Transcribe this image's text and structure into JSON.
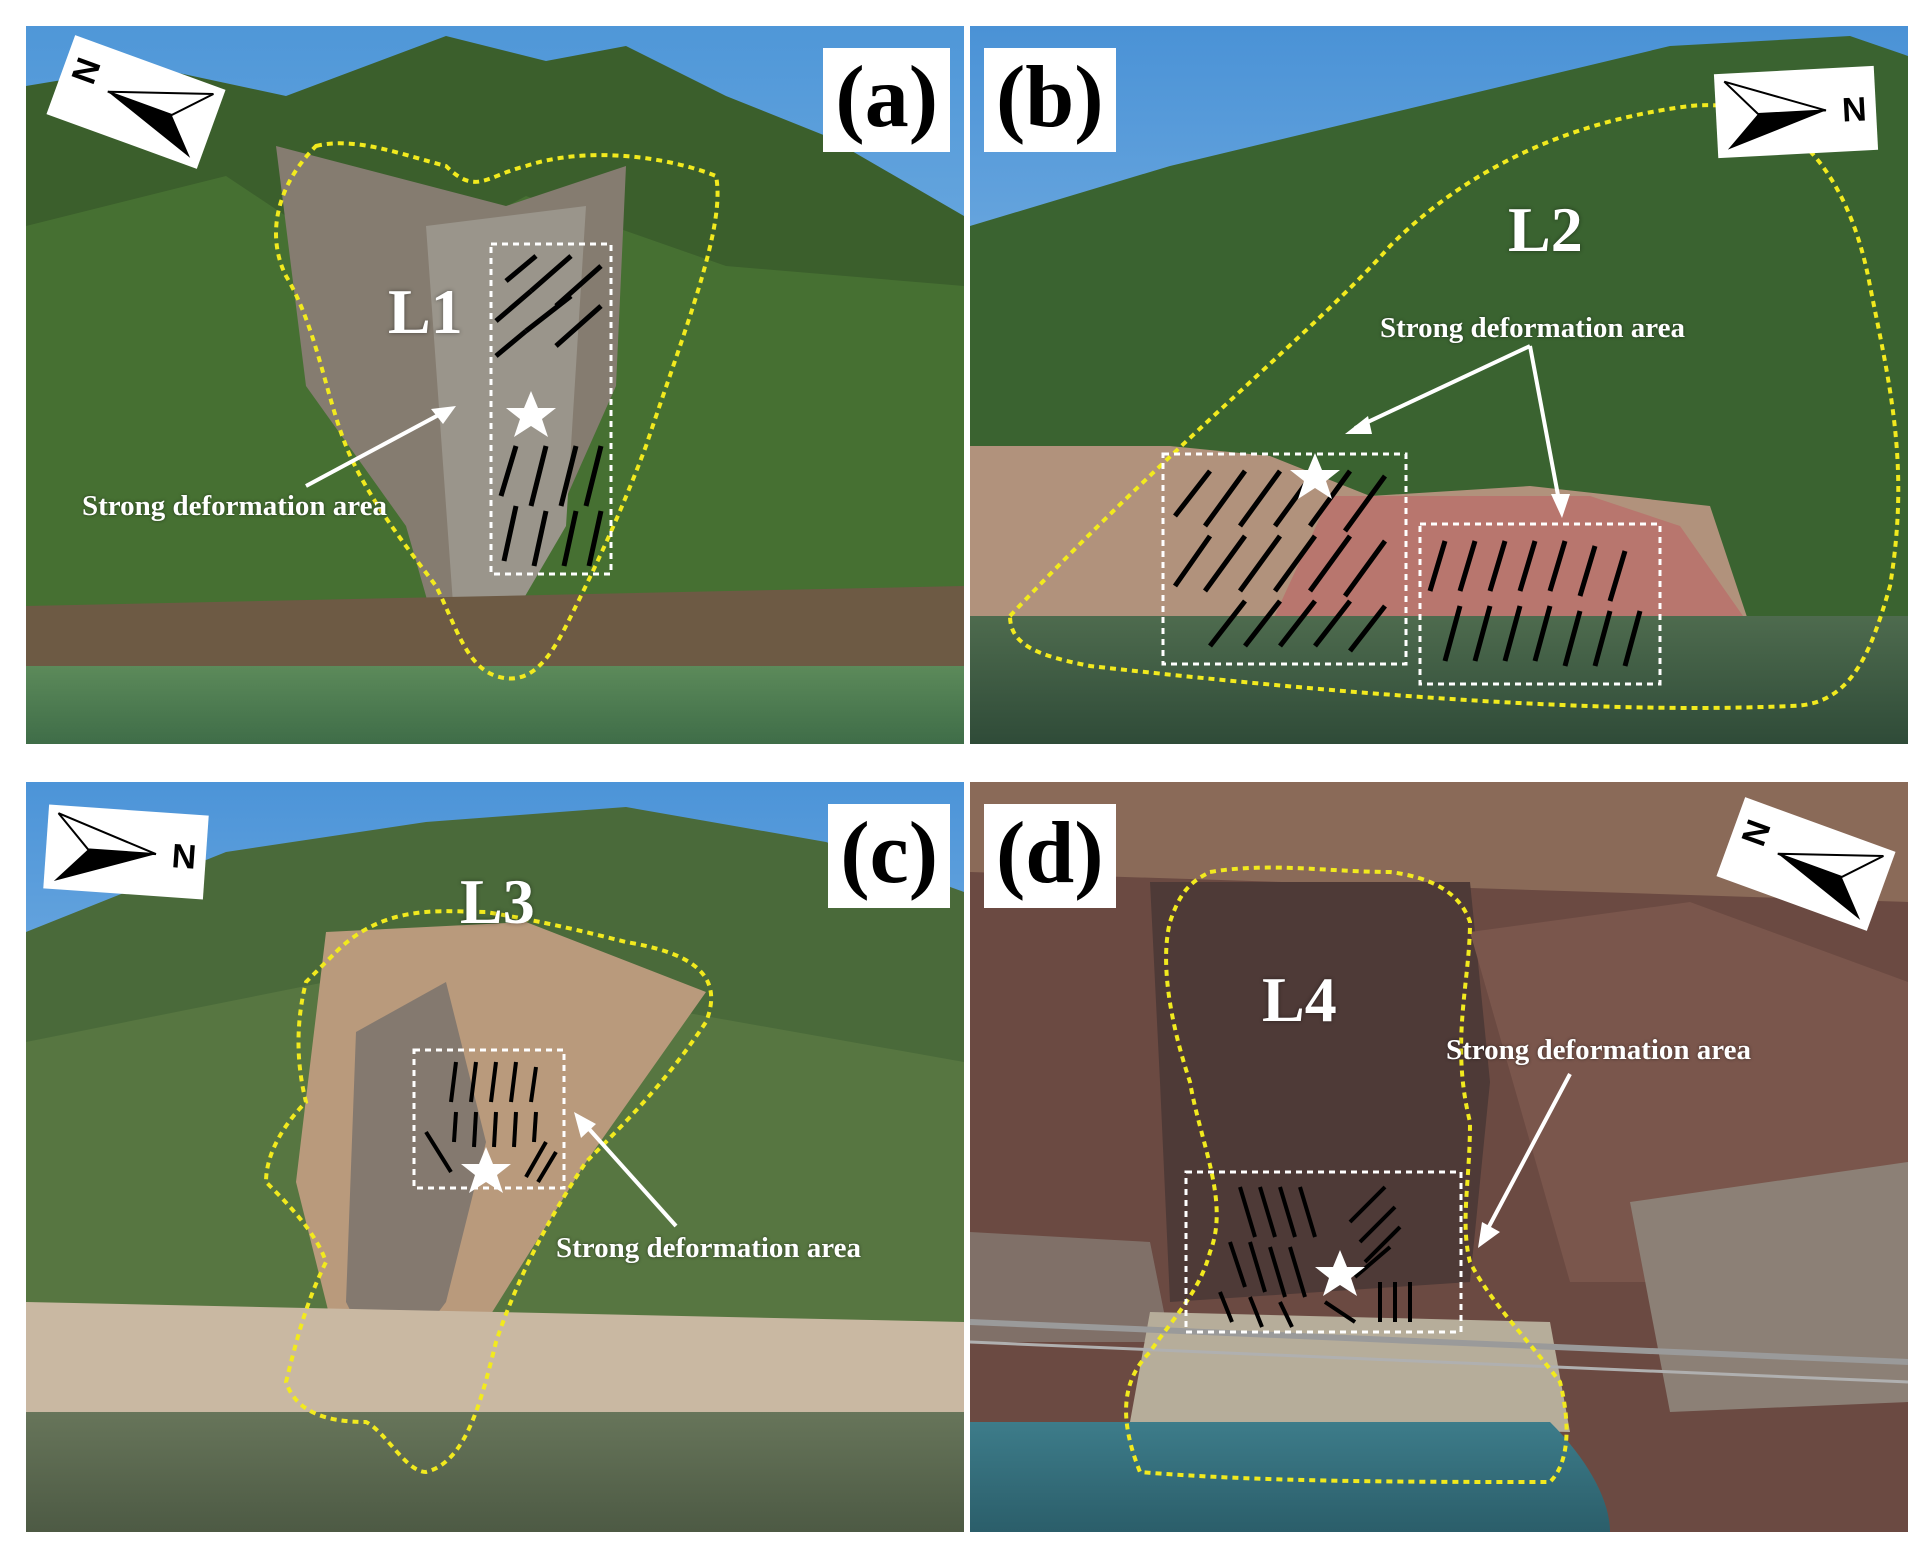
{
  "panels": [
    {
      "id": "a",
      "label": "(a)",
      "landslide": "L1",
      "annotation": "Strong deformation area",
      "north_letter": "N"
    },
    {
      "id": "b",
      "label": "(b)",
      "landslide": "L2",
      "annotation": "Strong deformation area",
      "north_letter": "N"
    },
    {
      "id": "c",
      "label": "(c)",
      "landslide": "L3",
      "annotation": "Strong deformation area",
      "north_letter": "N"
    },
    {
      "id": "d",
      "label": "(d)",
      "landslide": "L4",
      "annotation": "Strong deformation area",
      "north_letter": "N"
    }
  ],
  "colors": {
    "boundary": "#f2ea1e",
    "box": "#ffffff",
    "arrow": "#000000",
    "water_green": "#4e7a55",
    "water_blue": "#3f7d8a",
    "vegetation": "#3d6a2e",
    "slope_grey": "#7d7a72",
    "slope_pink": "#b87a72",
    "sky": "#5b9fdc"
  },
  "icons": [
    "north-arrow-icon",
    "star-marker-icon"
  ]
}
